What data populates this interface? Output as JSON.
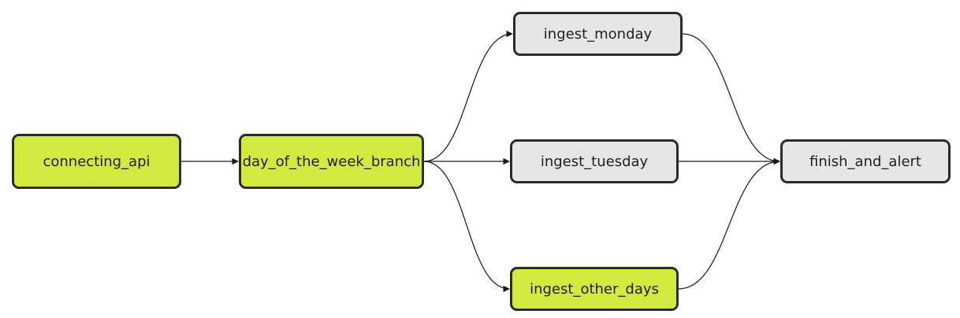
{
  "colors": {
    "success": "#d2ea3f",
    "pending": "#e6e6e6",
    "border": "#2b2b2b",
    "edge": "#1a1a1a"
  },
  "nodes": [
    {
      "id": "connecting_api",
      "label": "connecting_api",
      "state": "success"
    },
    {
      "id": "day_of_the_week_branch",
      "label": "day_of_the_week_branch",
      "state": "success"
    },
    {
      "id": "ingest_monday",
      "label": "ingest_monday",
      "state": "pending"
    },
    {
      "id": "ingest_tuesday",
      "label": "ingest_tuesday",
      "state": "pending"
    },
    {
      "id": "ingest_other_days",
      "label": "ingest_other_days",
      "state": "success"
    },
    {
      "id": "finish_and_alert",
      "label": "finish_and_alert",
      "state": "pending"
    }
  ],
  "edges": [
    {
      "from": "connecting_api",
      "to": "day_of_the_week_branch"
    },
    {
      "from": "day_of_the_week_branch",
      "to": "ingest_monday"
    },
    {
      "from": "day_of_the_week_branch",
      "to": "ingest_tuesday"
    },
    {
      "from": "day_of_the_week_branch",
      "to": "ingest_other_days"
    },
    {
      "from": "ingest_monday",
      "to": "finish_and_alert"
    },
    {
      "from": "ingest_tuesday",
      "to": "finish_and_alert"
    },
    {
      "from": "ingest_other_days",
      "to": "finish_and_alert"
    }
  ]
}
